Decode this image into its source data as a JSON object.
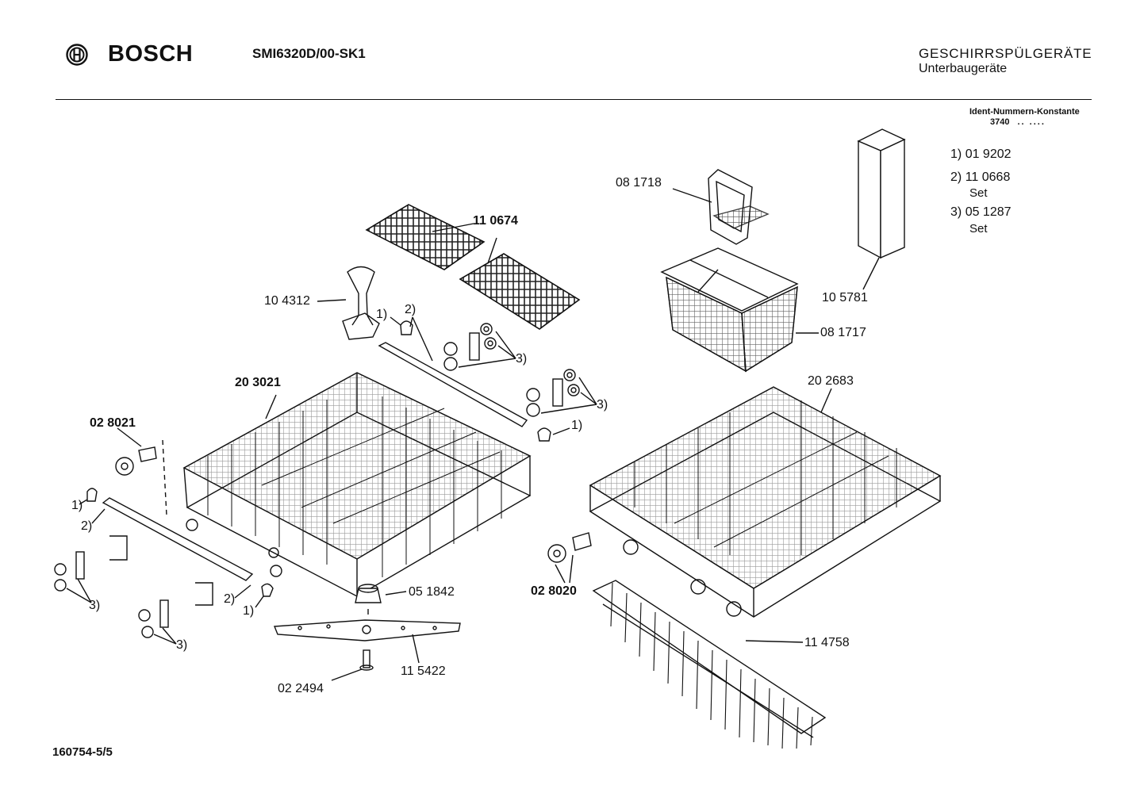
{
  "header": {
    "brand": "BOSCH",
    "model": "SMI6320D/00-SK1",
    "category": "GESCHIRRSPÜLGERÄTE",
    "subcategory": "Unterbaugeräte"
  },
  "ident": {
    "title": "Ident-Nummern-Konstante",
    "value": "3740",
    "mask": ".. ...."
  },
  "legend": [
    {
      "key": "1)",
      "number": "01 9202",
      "note": ""
    },
    {
      "key": "2)",
      "number": "11 0668",
      "note": "Set"
    },
    {
      "key": "3)",
      "number": "05 1287",
      "note": "Set"
    }
  ],
  "parts": {
    "p081718": "08 1718",
    "p110674": "11 0674",
    "p104312": "10 4312",
    "p105781": "10 5781",
    "p081717": "08 1717",
    "p203021": "20 3021",
    "p202683": "20 2683",
    "p028021": "02 8021",
    "p028020": "02 8020",
    "p051842": "05 1842",
    "p115422": "11 5422",
    "p022494": "02 2494",
    "p114758": "11 4758"
  },
  "refs": {
    "r1": "1)",
    "r2": "2)",
    "r3": "3)"
  },
  "footer": {
    "drawing_number": "160754-5/5"
  },
  "icons": [
    "bosch-logo-icon"
  ]
}
